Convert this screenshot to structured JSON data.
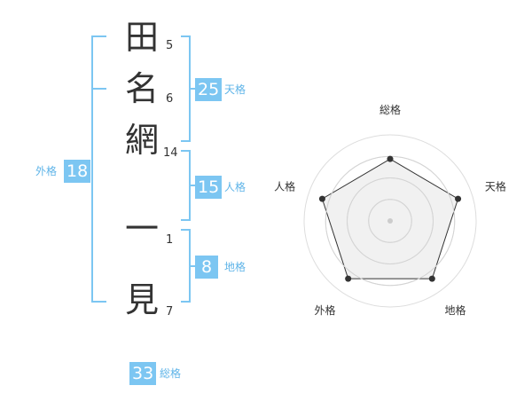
{
  "name": {
    "characters": [
      {
        "char": "田",
        "strokes": "5"
      },
      {
        "char": "名",
        "strokes": "6"
      },
      {
        "char": "網",
        "strokes": "14"
      },
      {
        "char": "一",
        "strokes": "1"
      },
      {
        "char": "見",
        "strokes": "7"
      }
    ]
  },
  "fortunes": {
    "tenkaku": {
      "value": "25",
      "label": "天格"
    },
    "jinkaku": {
      "value": "15",
      "label": "人格"
    },
    "chikaku": {
      "value": "8",
      "label": "地格"
    },
    "gaikaku": {
      "value": "18",
      "label": "外格"
    },
    "soukaku": {
      "value": "33",
      "label": "総格"
    }
  },
  "colors": {
    "accent": "#7cc6f2",
    "bracket": "#7cc6f2",
    "text": "#333333"
  },
  "chart_data": {
    "type": "radar",
    "axes": [
      "総格",
      "天格",
      "地格",
      "外格",
      "人格"
    ],
    "values": [
      0.72,
      0.83,
      0.83,
      0.83,
      0.83
    ],
    "rings": 4,
    "range": [
      0,
      1
    ]
  }
}
